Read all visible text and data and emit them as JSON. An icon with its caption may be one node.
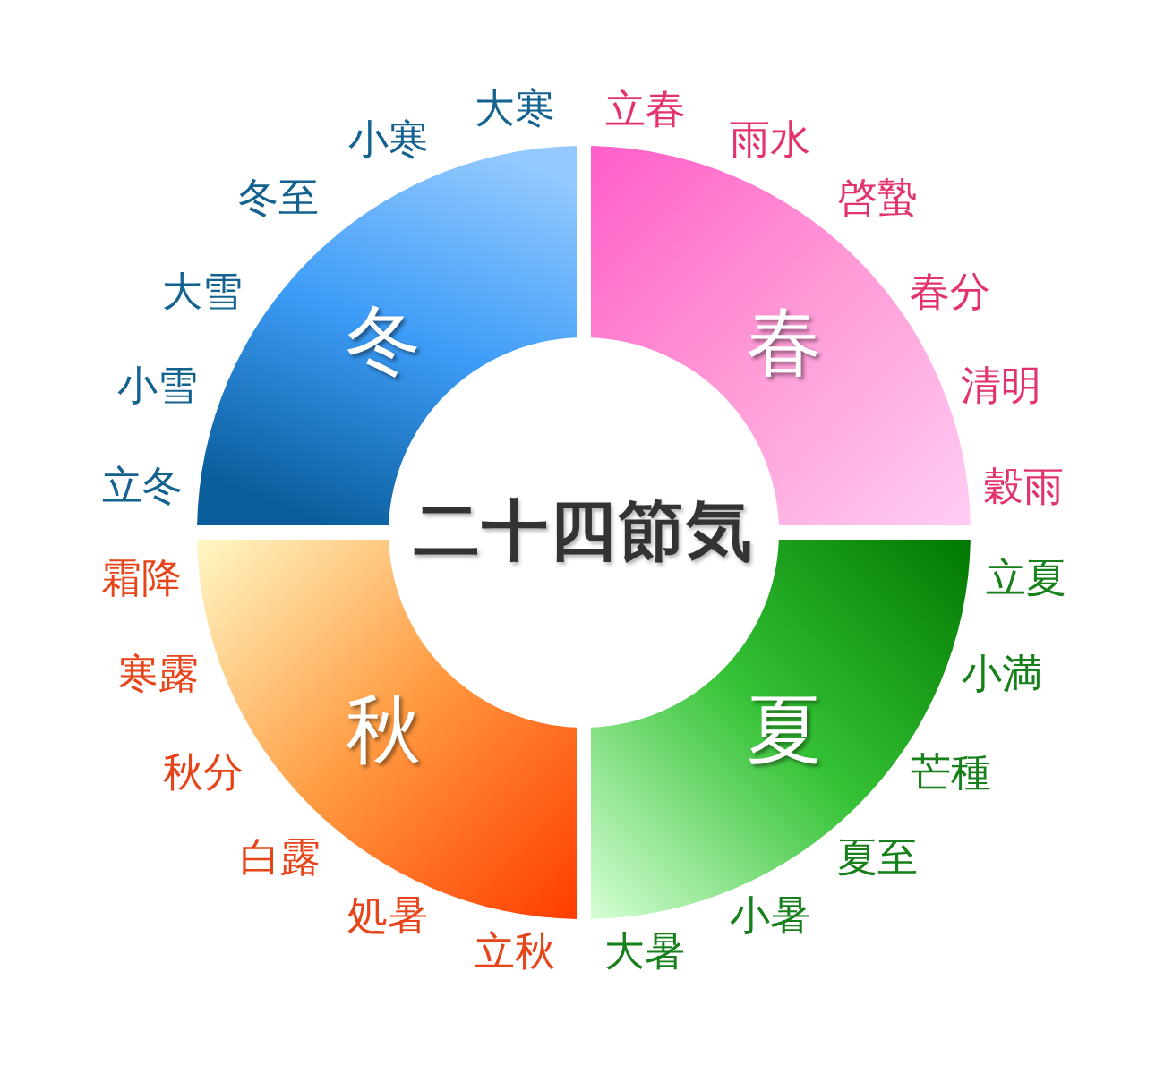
{
  "diagram": {
    "title": "二十四節気",
    "nodes": [
      {
        "text": [
          "冬"
        ]
      },
      {
        "text": [
          "春"
        ]
      },
      {
        "text": [
          "秋"
        ]
      },
      {
        "text": [
          "夏"
        ]
      }
    ],
    "labels": [
      "立春",
      "雨水",
      "啓蟄",
      "春分",
      "清明",
      "穀雨",
      "立夏",
      "小満",
      "芒種",
      "夏至",
      "小暑",
      "大暑",
      "立秋",
      "処暑",
      "白露",
      "秋分",
      "寒露",
      "霜降",
      "立冬",
      "小雪",
      "大雪",
      "冬至",
      "小寒",
      "大寒"
    ]
  }
}
